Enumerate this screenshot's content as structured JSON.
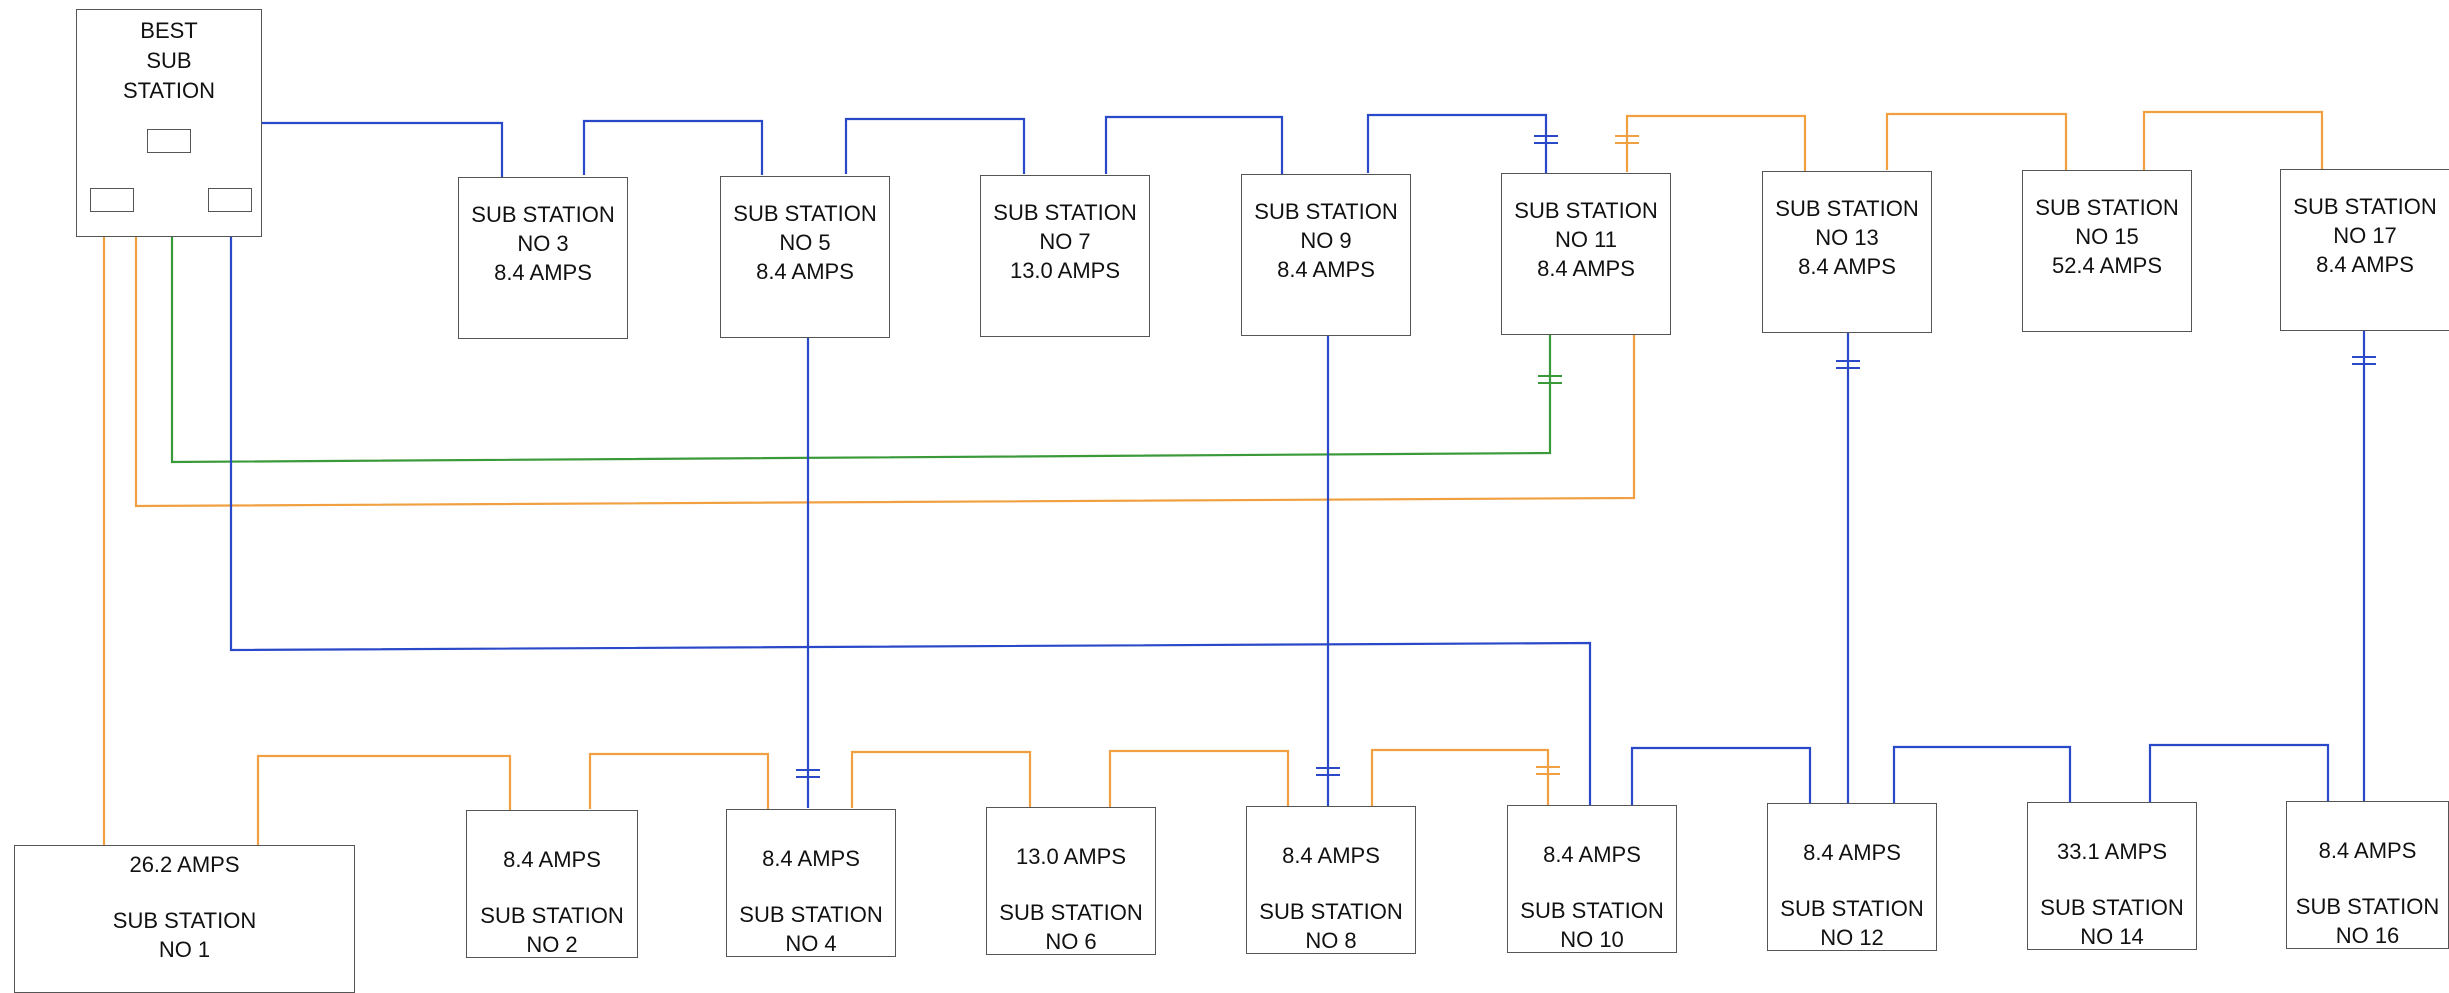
{
  "best_station": {
    "lines": [
      "BEST",
      "SUB",
      "STATION"
    ]
  },
  "top_row": [
    {
      "name": "SUB STATION",
      "no": "NO 3",
      "amps": "8.4 AMPS"
    },
    {
      "name": "SUB STATION",
      "no": "NO 5",
      "amps": "8.4 AMPS"
    },
    {
      "name": "SUB STATION",
      "no": "NO 7",
      "amps": "13.0 AMPS"
    },
    {
      "name": "SUB STATION",
      "no": "NO 9",
      "amps": "8.4 AMPS"
    },
    {
      "name": "SUB STATION",
      "no": "NO 11",
      "amps": "8.4 AMPS"
    },
    {
      "name": "SUB STATION",
      "no": "NO 13",
      "amps": "8.4 AMPS"
    },
    {
      "name": "SUB STATION",
      "no": "NO 15",
      "amps": "52.4 AMPS"
    },
    {
      "name": "SUB STATION",
      "no": "NO 17",
      "amps": "8.4 AMPS"
    }
  ],
  "bottom_row": [
    {
      "amps": "26.2 AMPS",
      "name": "SUB STATION",
      "no": "NO 1"
    },
    {
      "amps": "8.4 AMPS",
      "name": "SUB STATION",
      "no": "NO 2"
    },
    {
      "amps": "8.4 AMPS",
      "name": "SUB STATION",
      "no": "NO 4"
    },
    {
      "amps": "13.0 AMPS",
      "name": "SUB STATION",
      "no": "NO 6"
    },
    {
      "amps": "8.4 AMPS",
      "name": "SUB STATION",
      "no": "NO 8"
    },
    {
      "amps": "8.4 AMPS",
      "name": "SUB STATION",
      "no": "NO 10"
    },
    {
      "amps": "8.4 AMPS",
      "name": "SUB STATION",
      "no": "NO 12"
    },
    {
      "amps": "33.1 AMPS",
      "name": "SUB STATION",
      "no": "NO 14"
    },
    {
      "amps": "8.4 AMPS",
      "name": "SUB STATION",
      "no": "NO 16"
    }
  ],
  "wire_colors": {
    "blue": "#2a49c9",
    "orange": "#f0a040",
    "green": "#3a9a3a"
  }
}
